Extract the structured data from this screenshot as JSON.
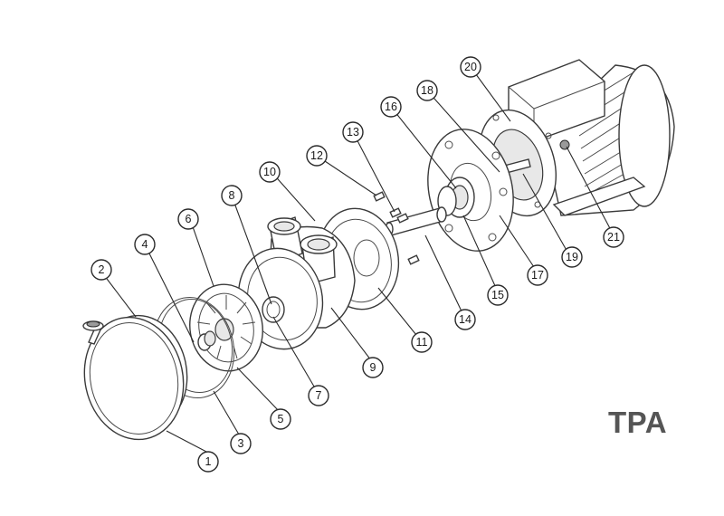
{
  "model_label": "TPA",
  "callouts": [
    "1",
    "2",
    "3",
    "4",
    "5",
    "6",
    "7",
    "8",
    "9",
    "10",
    "11",
    "12",
    "13",
    "14",
    "15",
    "16",
    "17",
    "18",
    "19",
    "20",
    "21"
  ],
  "colors": {
    "line": "#2a2a2a",
    "label": "#555555",
    "background": "#ffffff"
  }
}
